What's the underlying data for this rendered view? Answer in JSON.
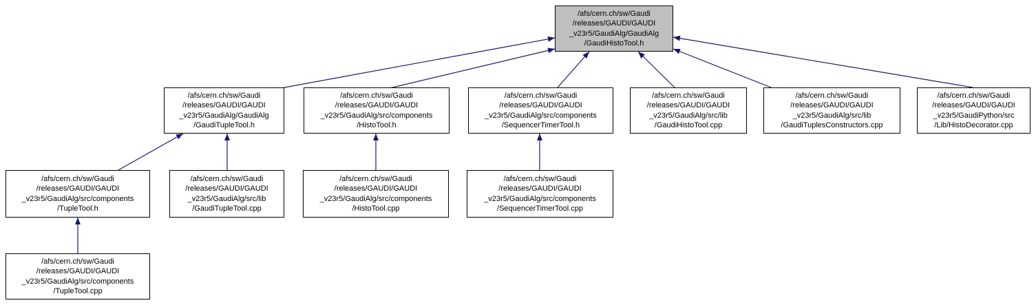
{
  "diagram": {
    "kind": "include-dependency-graph",
    "colors": {
      "edge": "#191970",
      "node_border": "#000000",
      "node_fill": "#ffffff",
      "root_fill": "#bfbfbf",
      "background": "#ffffff"
    },
    "nodes": {
      "root_gaudihistotool_h": {
        "label": "/afs/cern.ch/sw/Gaudi\n/releases/GAUDI/GAUDI\n_v23r5/GaudiAlg/GaudiAlg\n/GaudiHistoTool.h"
      },
      "gauditupletool_h": {
        "label": "/afs/cern.ch/sw/Gaudi\n/releases/GAUDI/GAUDI\n_v23r5/GaudiAlg/GaudiAlg\n/GaudiTupleTool.h"
      },
      "histotool_h": {
        "label": "/afs/cern.ch/sw/Gaudi\n/releases/GAUDI/GAUDI\n_v23r5/GaudiAlg/src/components\n/HistoTool.h"
      },
      "sequencertimertool_h": {
        "label": "/afs/cern.ch/sw/Gaudi\n/releases/GAUDI/GAUDI\n_v23r5/GaudiAlg/src/components\n/SequencerTimerTool.h"
      },
      "gaudihistotool_cpp": {
        "label": "/afs/cern.ch/sw/Gaudi\n/releases/GAUDI/GAUDI\n_v23r5/GaudiAlg/src/lib\n/GaudiHistoTool.cpp"
      },
      "gaudituplesconstructors_cpp": {
        "label": "/afs/cern.ch/sw/Gaudi\n/releases/GAUDI/GAUDI\n_v23r5/GaudiAlg/src/lib\n/GaudiTuplesConstructors.cpp"
      },
      "histodecorator_cpp": {
        "label": "/afs/cern.ch/sw/Gaudi\n/releases/GAUDI/GAUDI\n_v23r5/GaudiPython/src\n/Lib/HistoDecorator.cpp"
      },
      "tupletool_h": {
        "label": "/afs/cern.ch/sw/Gaudi\n/releases/GAUDI/GAUDI\n_v23r5/GaudiAlg/src/components\n/TupleTool.h"
      },
      "gauditupletool_cpp": {
        "label": "/afs/cern.ch/sw/Gaudi\n/releases/GAUDI/GAUDI\n_v23r5/GaudiAlg/src/lib\n/GaudiTupleTool.cpp"
      },
      "histotool_cpp": {
        "label": "/afs/cern.ch/sw/Gaudi\n/releases/GAUDI/GAUDI\n_v23r5/GaudiAlg/src/components\n/HistoTool.cpp"
      },
      "sequencertimertool_cpp": {
        "label": "/afs/cern.ch/sw/Gaudi\n/releases/GAUDI/GAUDI\n_v23r5/GaudiAlg/src/components\n/SequencerTimerTool.cpp"
      },
      "tupletool_cpp": {
        "label": "/afs/cern.ch/sw/Gaudi\n/releases/GAUDI/GAUDI\n_v23r5/GaudiAlg/src/components\n/TupleTool.cpp"
      }
    },
    "edges": [
      {
        "from": "gauditupletool_h",
        "to": "root_gaudihistotool_h"
      },
      {
        "from": "histotool_h",
        "to": "root_gaudihistotool_h"
      },
      {
        "from": "sequencertimertool_h",
        "to": "root_gaudihistotool_h"
      },
      {
        "from": "gaudihistotool_cpp",
        "to": "root_gaudihistotool_h"
      },
      {
        "from": "gaudituplesconstructors_cpp",
        "to": "root_gaudihistotool_h"
      },
      {
        "from": "histodecorator_cpp",
        "to": "root_gaudihistotool_h"
      },
      {
        "from": "tupletool_h",
        "to": "gauditupletool_h"
      },
      {
        "from": "gauditupletool_cpp",
        "to": "gauditupletool_h"
      },
      {
        "from": "histotool_cpp",
        "to": "histotool_h"
      },
      {
        "from": "sequencertimertool_cpp",
        "to": "sequencertimertool_h"
      },
      {
        "from": "tupletool_cpp",
        "to": "tupletool_h"
      }
    ]
  }
}
